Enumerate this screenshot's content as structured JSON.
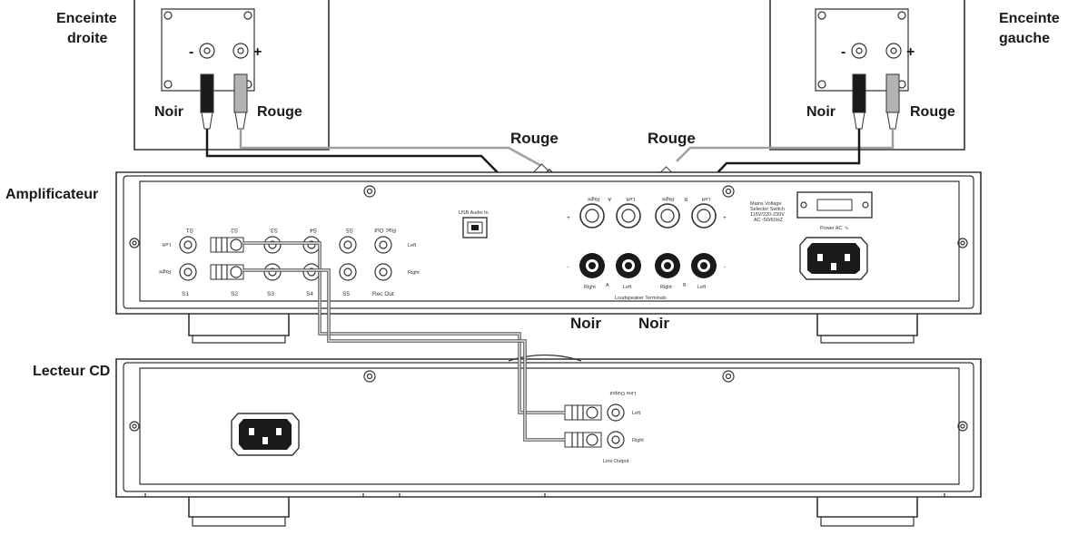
{
  "labels": {
    "speaker_right": [
      "Enceinte",
      "droite"
    ],
    "speaker_left": [
      "Enceinte",
      "gauche"
    ],
    "amplifier": "Amplificateur",
    "cd_player": "Lecteur CD"
  },
  "cables": {
    "black": "Noir",
    "red": "Rouge"
  },
  "speaker_polarity": {
    "minus": "-",
    "plus": "+"
  },
  "amp_panel": {
    "input_labels_top": [
      "S1",
      "S2",
      "S3",
      "S4",
      "S5",
      "Rec Out"
    ],
    "input_labels_bottom": [
      "S1",
      "S2",
      "S3",
      "S4",
      "S5",
      "Rec Out"
    ],
    "input_left": "Left",
    "input_right": "Right",
    "usb_label": "USB Audio In",
    "terminal_top": [
      "Right",
      "A",
      "Left",
      "Right",
      "B",
      "Left"
    ],
    "terminal_bottom": [
      "Right",
      "A",
      "Left",
      "Right",
      "B",
      "Left"
    ],
    "terminals_title": "Loudspeaker Terminals",
    "plus": "+",
    "minus": "-",
    "voltage_text": [
      "Mains Voltage",
      "Selector Switch",
      "115V/220-230V",
      "AC~50/60HZ"
    ],
    "power_label": "Power AC"
  },
  "cd_panel": {
    "line_output_top": "Line Output",
    "line_output_bottom": "Line Output",
    "left": "Left",
    "right": "Right"
  },
  "colors": {
    "black_cable": "#1a1a1a",
    "red_cable": "#a0a0a0",
    "outline": "#333333"
  }
}
